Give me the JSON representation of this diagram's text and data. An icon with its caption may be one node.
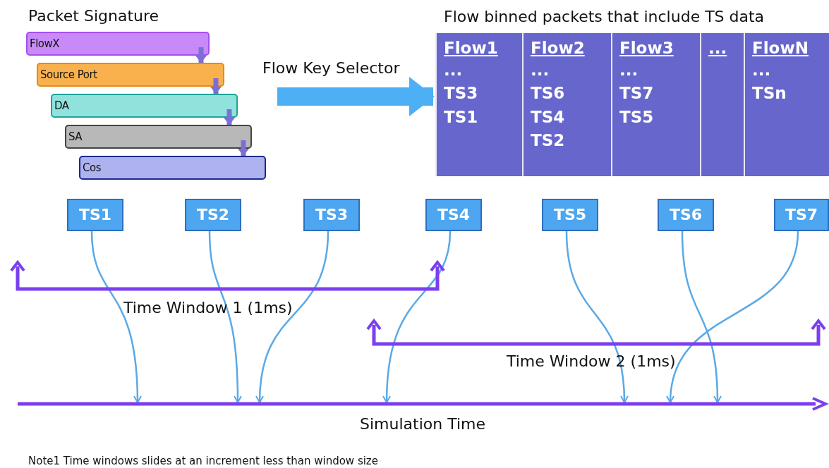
{
  "diagram": {
    "nodes": [
      {
        "text": [
          "FlowX"
        ]
      },
      {
        "text": [
          "Source Port"
        ]
      },
      {
        "text": [
          "DA"
        ]
      },
      {
        "text": [
          "SA"
        ]
      },
      {
        "text": [
          "Cos"
        ]
      },
      {
        "text": [
          "Flow binned packets that include TS data"
        ]
      },
      {
        "text": [
          "Flow1",
          "... TS3 TS1"
        ],
        "in": 5
      },
      {
        "text": [
          "Flow2",
          "... TS6 TS4 TS2"
        ],
        "in": 5
      },
      {
        "text": [
          "Flow3",
          "... TS7 TS5"
        ],
        "in": 5
      },
      {
        "text": [
          "..."
        ],
        "in": 5
      },
      {
        "text": [
          "FlowN",
          "... TSn"
        ],
        "in": 5
      },
      {
        "text": [
          "TS1"
        ]
      },
      {
        "text": [
          "TS2"
        ]
      },
      {
        "text": [
          "TS3"
        ]
      },
      {
        "text": [
          "TS4"
        ]
      },
      {
        "text": [
          "TS5"
        ]
      },
      {
        "text": [
          "TS6"
        ]
      },
      {
        "text": [
          "TS7"
        ]
      },
      {
        "text": [
          "Simulation Time"
        ]
      }
    ],
    "edges": [
      {
        "from": 0,
        "to": 1,
        "arrow": "to",
        "style": "thick",
        "color": "#7b6fd6"
      },
      {
        "from": 1,
        "to": 2,
        "arrow": "to",
        "style": "thick",
        "color": "#7b6fd6"
      },
      {
        "from": 2,
        "to": 3,
        "arrow": "to",
        "style": "thick",
        "color": "#7b6fd6"
      },
      {
        "from": 3,
        "to": 4,
        "arrow": "to",
        "style": "thick",
        "color": "#7b6fd6"
      },
      {
        "from": null,
        "to": 5,
        "arrow": "to",
        "label": "Flow Key Selector",
        "style": "thick",
        "color": "#4db0f5"
      },
      {
        "from": 11,
        "to": 18,
        "arrow": "to"
      },
      {
        "from": 12,
        "to": 18,
        "arrow": "to"
      },
      {
        "from": 13,
        "to": 18,
        "arrow": "to"
      },
      {
        "from": 14,
        "to": 18,
        "arrow": "to"
      },
      {
        "from": 15,
        "to": 18,
        "arrow": "to"
      },
      {
        "from": 16,
        "to": 18,
        "arrow": "to"
      },
      {
        "from": 17,
        "to": 18,
        "arrow": "to"
      }
    ],
    "labels": [
      "Packet Signature",
      "Time Window 1 (1ms)",
      "Time Window 2 (1ms)",
      "Note1 Time windows slides at an increment less than window size"
    ]
  }
}
